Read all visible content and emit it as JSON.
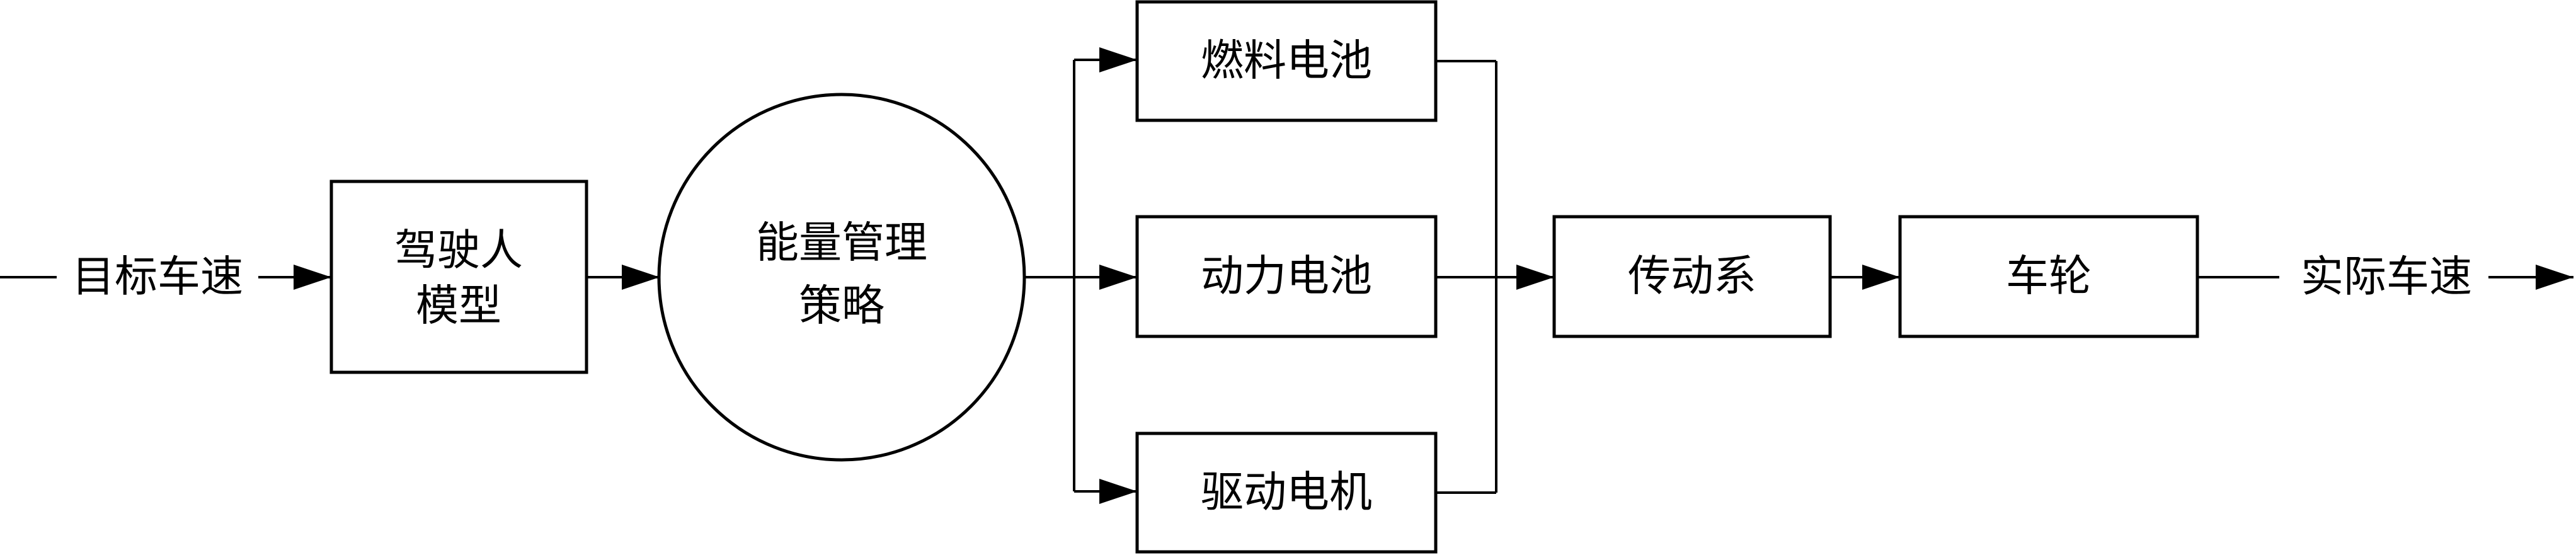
{
  "diagram": {
    "input_label": "目标车速",
    "driver_model": {
      "line1": "驾驶人",
      "line2": "模型"
    },
    "energy_strategy": {
      "line1": "能量管理",
      "line2": "策略"
    },
    "fuel_cell": "燃料电池",
    "power_battery": "动力电池",
    "drive_motor": "驱动电机",
    "transmission": "传动系",
    "wheel": "车轮",
    "output_label": "实际车速"
  }
}
